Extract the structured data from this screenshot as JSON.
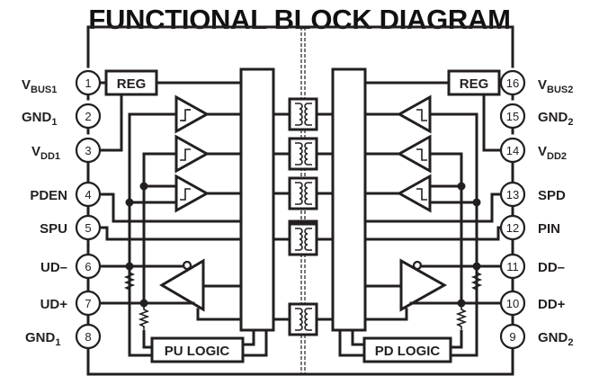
{
  "title": "FUNCTIONAL BLOCK DIAGRAM",
  "left_pins": [
    {
      "number": "1",
      "name": "V",
      "sub": "BUS1"
    },
    {
      "number": "2",
      "name": "GND",
      "sub": "1"
    },
    {
      "number": "3",
      "name": "V",
      "sub": "DD1"
    },
    {
      "number": "4",
      "name": "PDEN",
      "sub": ""
    },
    {
      "number": "5",
      "name": "SPU",
      "sub": ""
    },
    {
      "number": "6",
      "name": "UD–",
      "sub": ""
    },
    {
      "number": "7",
      "name": "UD+",
      "sub": ""
    },
    {
      "number": "8",
      "name": "GND",
      "sub": "1"
    }
  ],
  "right_pins": [
    {
      "number": "16",
      "name": "V",
      "sub": "BUS2"
    },
    {
      "number": "15",
      "name": "GND",
      "sub": "2"
    },
    {
      "number": "14",
      "name": "V",
      "sub": "DD2"
    },
    {
      "number": "13",
      "name": "SPD",
      "sub": ""
    },
    {
      "number": "12",
      "name": "PIN",
      "sub": ""
    },
    {
      "number": "11",
      "name": "DD–",
      "sub": ""
    },
    {
      "number": "10",
      "name": "DD+",
      "sub": ""
    },
    {
      "number": "9",
      "name": "GND",
      "sub": "2"
    }
  ],
  "blocks": {
    "reg_left": "REG",
    "reg_right": "REG",
    "logic_left": "PU LOGIC",
    "logic_right": "PD LOGIC"
  },
  "icons": {
    "transformer": "isolation-transformer-icon",
    "buffer": "schmitt-trigger-buffer-icon",
    "amplifier": "differential-amplifier-icon",
    "resistor": "resistor-icon"
  }
}
